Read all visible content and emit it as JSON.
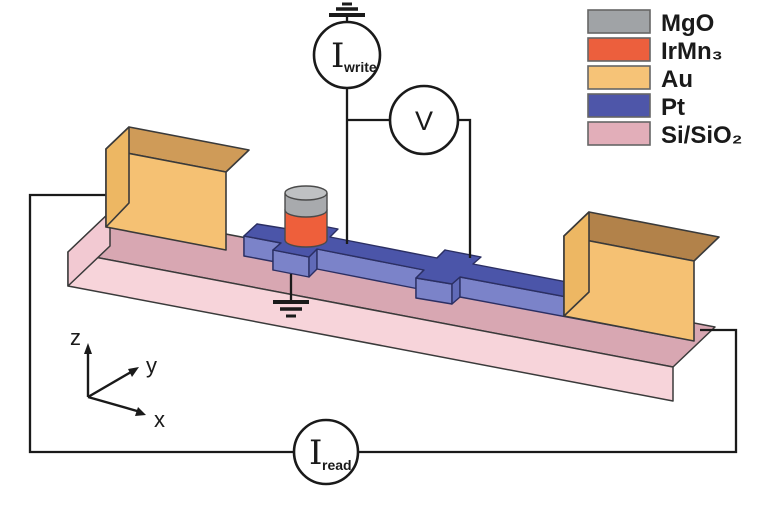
{
  "figure": {
    "kind": "3D device schematic with measurement circuit",
    "background": "#ffffff"
  },
  "colors": {
    "substrate_top": "#d8a7b2",
    "substrate_front": "#f7d4da",
    "substrate_side": "#f2c9d2",
    "pt_top": "#4b55a9",
    "pt_front": "#7b83c9",
    "pt_light": "#99a0da",
    "pt_dark": "#606ab8",
    "au_front": "#f5c173",
    "au_side": "#edb763",
    "au_top_left_box": "#cf9b58",
    "au_top_right_box": "#b2824a",
    "pillar_orange": "#ee5f3b",
    "pillar_gray": "#a8aaad",
    "pillar_gray_top": "#bfc1c3",
    "wire": "#1a1a1a",
    "outline": "#3a3a3a",
    "pt_outline": "#2b2f63"
  },
  "legend": {
    "items": [
      {
        "label": "MgO",
        "color": "#a0a3a6"
      },
      {
        "label": "IrMn₃",
        "color": "#ec5f3d"
      },
      {
        "label": "Au",
        "color": "#f6c377"
      },
      {
        "label": "Pt",
        "color": "#4e56a9"
      },
      {
        "label": "Si/SiO₂",
        "color": "#e2aeb9"
      }
    ]
  },
  "meters": {
    "write": {
      "symbol": "I",
      "subscript": "write"
    },
    "voltage": {
      "symbol": "V"
    },
    "read": {
      "symbol": "I",
      "subscript": "read"
    }
  },
  "axes": {
    "x": "x",
    "y": "y",
    "z": "z"
  }
}
